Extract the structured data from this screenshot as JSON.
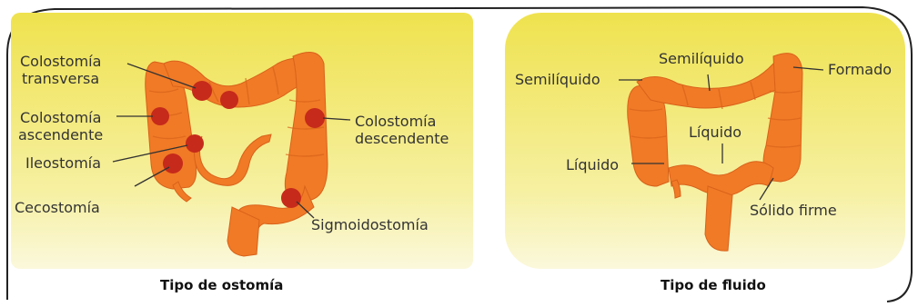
{
  "left_panel": {
    "caption": "Tipo de ostomía",
    "labels": {
      "transversa_1": "Colostomía",
      "transversa_2": "transversa",
      "ascendente_1": "Colostomía",
      "ascendente_2": "ascendente",
      "ileostomia": "Ileostomía",
      "cecostomia": "Cecostomía",
      "descendente_1": "Colostomía",
      "descendente_2": "descendente",
      "sigmoidostomia": "Sigmoidostomía"
    }
  },
  "right_panel": {
    "caption": "Tipo de fluido",
    "labels": {
      "semiliquido_left": "Semilíquido",
      "semiliquido_top": "Semilíquido",
      "formado": "Formado",
      "liquido_center": "Líquido",
      "liquido_left": "Líquido",
      "solido_firme": "Sólido firme"
    }
  },
  "colors": {
    "background_yellow": "#f3ea78",
    "colon_orange": "#f07a26",
    "stoma_red": "#c62a1a",
    "border": "#222222"
  }
}
